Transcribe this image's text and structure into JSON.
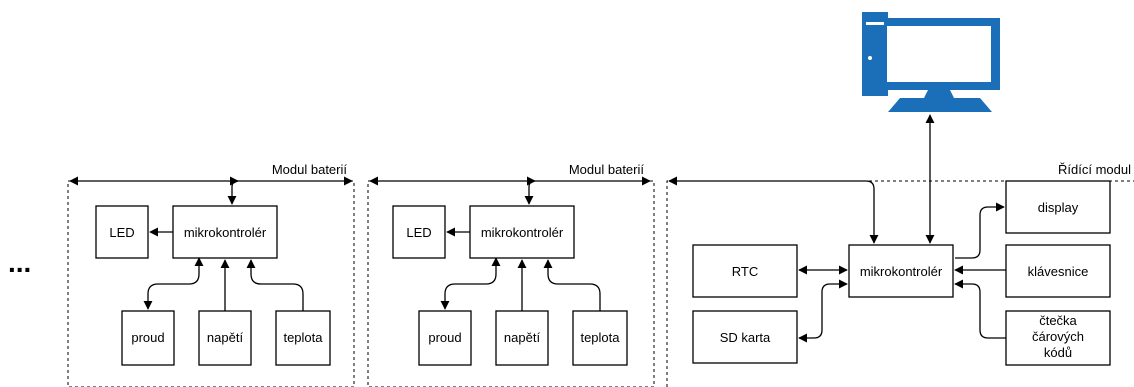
{
  "ellipsis": "...",
  "battery_modules": [
    {
      "title": "Modul baterií",
      "mcu": "mikrokontrolér",
      "led": "LED",
      "sensors": [
        "proud",
        "napětí",
        "teplota"
      ]
    },
    {
      "title": "Modul baterií",
      "mcu": "mikrokontrolér",
      "led": "LED",
      "sensors": [
        "proud",
        "napětí",
        "teplota"
      ]
    }
  ],
  "control_module": {
    "title": "Řídící modul",
    "mcu": "mikrokontrolér",
    "rtc": "RTC",
    "sd": "SD karta",
    "display": "display",
    "keyboard": "klávesnice",
    "barcode_reader": [
      "čtečka",
      "čárových",
      "kódů"
    ]
  },
  "computer_icon": "desktop-computer-icon",
  "colors": {
    "lines": "#000000",
    "icon_fill": "#1a6fb8",
    "icon_screen": "#ffffff"
  }
}
